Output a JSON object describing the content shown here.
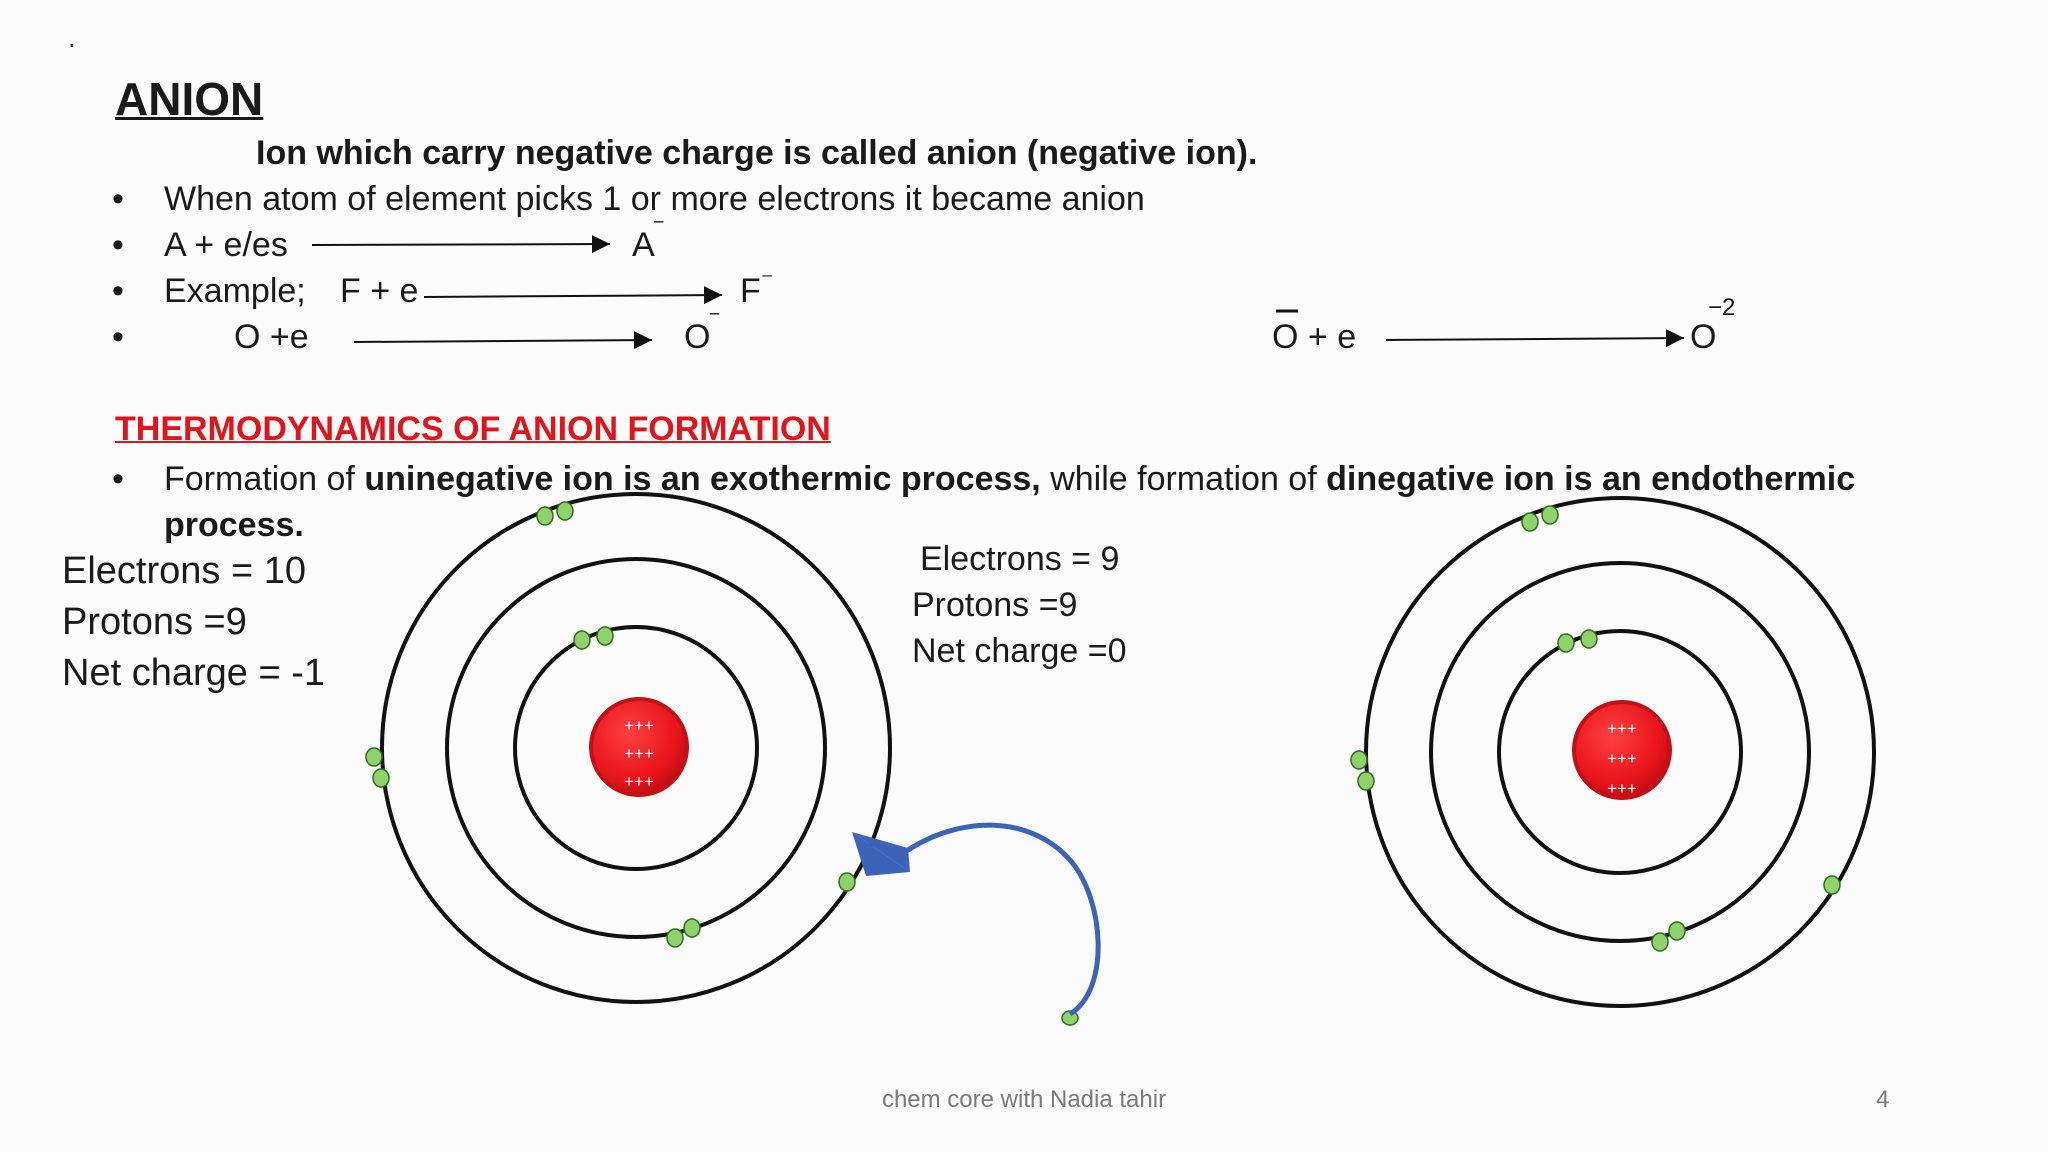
{
  "slide": {
    "top_mark": ".",
    "title": "ANION",
    "definition": "Ion which carry negative charge is called anion (negative ion).",
    "bullets": {
      "b1": "When atom of element picks 1 or more electrons it became anion",
      "b2_left": "A  + e/es",
      "b2_right": "A",
      "b2_sup": "‾",
      "b3_label": "Example;",
      "b3_left": "F + e",
      "b3_right": "F",
      "b3_sup": "⁻",
      "b4_left": "O +e",
      "b4_right": "O",
      "b4_sup": "‾"
    },
    "second_eq": {
      "left": "O + e",
      "right": "O",
      "sup": "−2"
    },
    "thermo_heading": "THERMODYNAMICS OF ANION FORMATION",
    "thermo_text": {
      "t1": "Formation of ",
      "t2": "uninegative ion is an exothermic process,",
      "t3": " while formation of ",
      "t4": "dinegative ion is an endothermic",
      "t5": "process."
    },
    "left_stats": {
      "electrons": "Electrons = 10",
      "protons": "Protons =9",
      "charge": "Net charge =   -1"
    },
    "right_stats": {
      "electrons": "Electrons = 9",
      "protons": "Protons =9",
      "charge": "Net charge =0"
    },
    "nucleus_label": "+++",
    "footer": "chem core with Nadia tahir",
    "page_number": "4"
  },
  "colors": {
    "thermo_heading": "#e1141b",
    "nucleus": "#e8141b",
    "electron": "#8fd16a",
    "arrow": "#3b63b8"
  }
}
